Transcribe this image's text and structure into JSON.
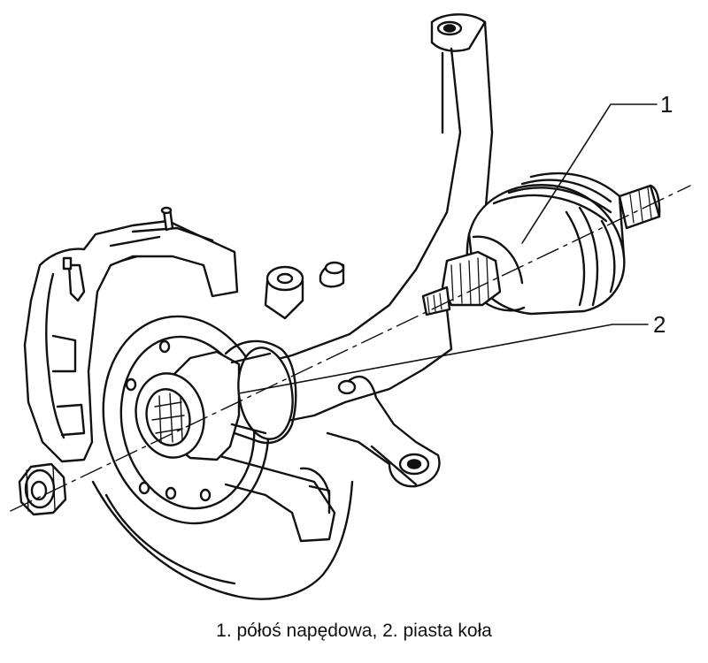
{
  "figure": {
    "callouts": [
      {
        "number": "1"
      },
      {
        "number": "2"
      }
    ],
    "caption": "1. półoś napędowa, 2. piasta koła"
  }
}
